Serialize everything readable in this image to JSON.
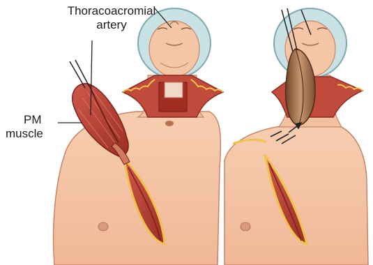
{
  "labels": {
    "artery_line1": "Thoracoacromial",
    "artery_line2": "artery",
    "pm_line1": "PM",
    "pm_line2": "muscle"
  },
  "colors": {
    "skin": "#f5c6a6",
    "skin_shadow": "#e8a886",
    "cap": "#c9e2e6",
    "cap_edge": "#7fa8b0",
    "muscle": "#c24a3a",
    "muscle_dark": "#8e2a22",
    "fat_yellow": "#f0c24a",
    "flap_brown": "#9b6a45"
  }
}
